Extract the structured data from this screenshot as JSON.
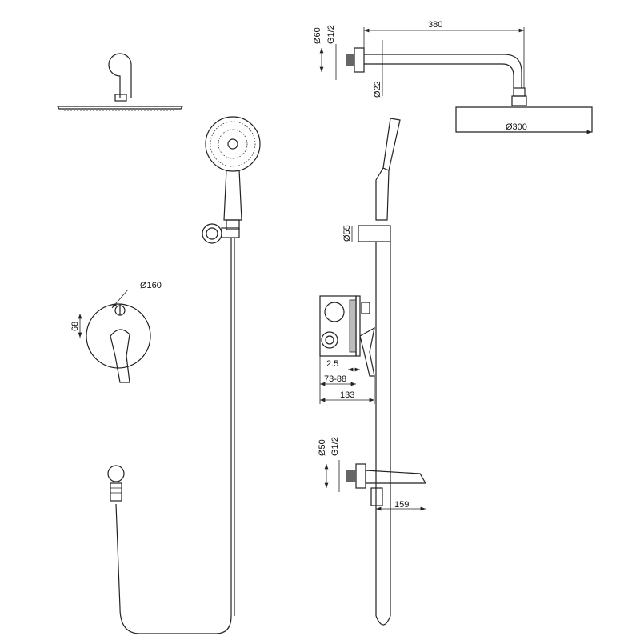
{
  "dimensions": {
    "arm_length": "380",
    "wall_plate_diameter": "Ø60",
    "wall_thread": "G1/2",
    "arm_diameter": "Ø22",
    "head_diameter": "Ø300",
    "holder_diameter": "Ø55",
    "mixer_plate_diameter": "Ø160",
    "mixer_height": "68",
    "plate_thickness": "2.5",
    "install_depth": "73-88",
    "total_depth": "133",
    "spout_plate_diameter": "Ø50",
    "spout_thread": "G1/2",
    "spout_length": "159"
  }
}
